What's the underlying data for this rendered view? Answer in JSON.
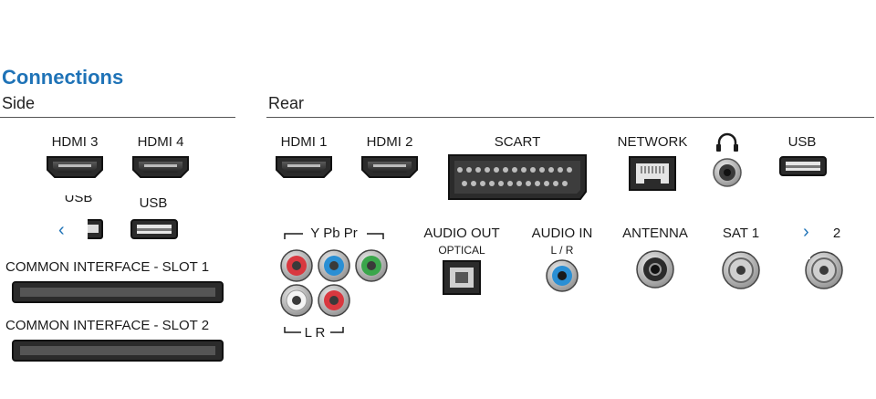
{
  "title": "Connections",
  "sections": {
    "side": "Side",
    "rear": "Rear"
  },
  "side": {
    "hdmi3": "HDMI 3",
    "hdmi4": "HDMI 4",
    "usb_partial": "USB",
    "usb": "USB",
    "slot1": "COMMON INTERFACE - SLOT 1",
    "slot2": "COMMON INTERFACE - SLOT 2"
  },
  "rear": {
    "hdmi1": "HDMI 1",
    "hdmi2": "HDMI 2",
    "scart": "SCART",
    "network": "NETWORK",
    "usb": "USB",
    "ypbpr": "Y Pb Pr",
    "lr": "L R",
    "audio_out": "AUDIO OUT",
    "optical": "OPTICAL",
    "audio_in": "AUDIO IN",
    "audio_in_sub": "L / R",
    "antenna": "ANTENNA",
    "sat1": "SAT 1",
    "sat2_partial": "2"
  },
  "nav": {
    "prev": "‹",
    "next": "›"
  },
  "colors": {
    "accent": "#1f73b7",
    "red": "#d9383f",
    "blue": "#2a8fd4",
    "green": "#3aa64b"
  },
  "icons": [
    "headphone-icon",
    "chevron-left-icon",
    "chevron-right-icon"
  ]
}
